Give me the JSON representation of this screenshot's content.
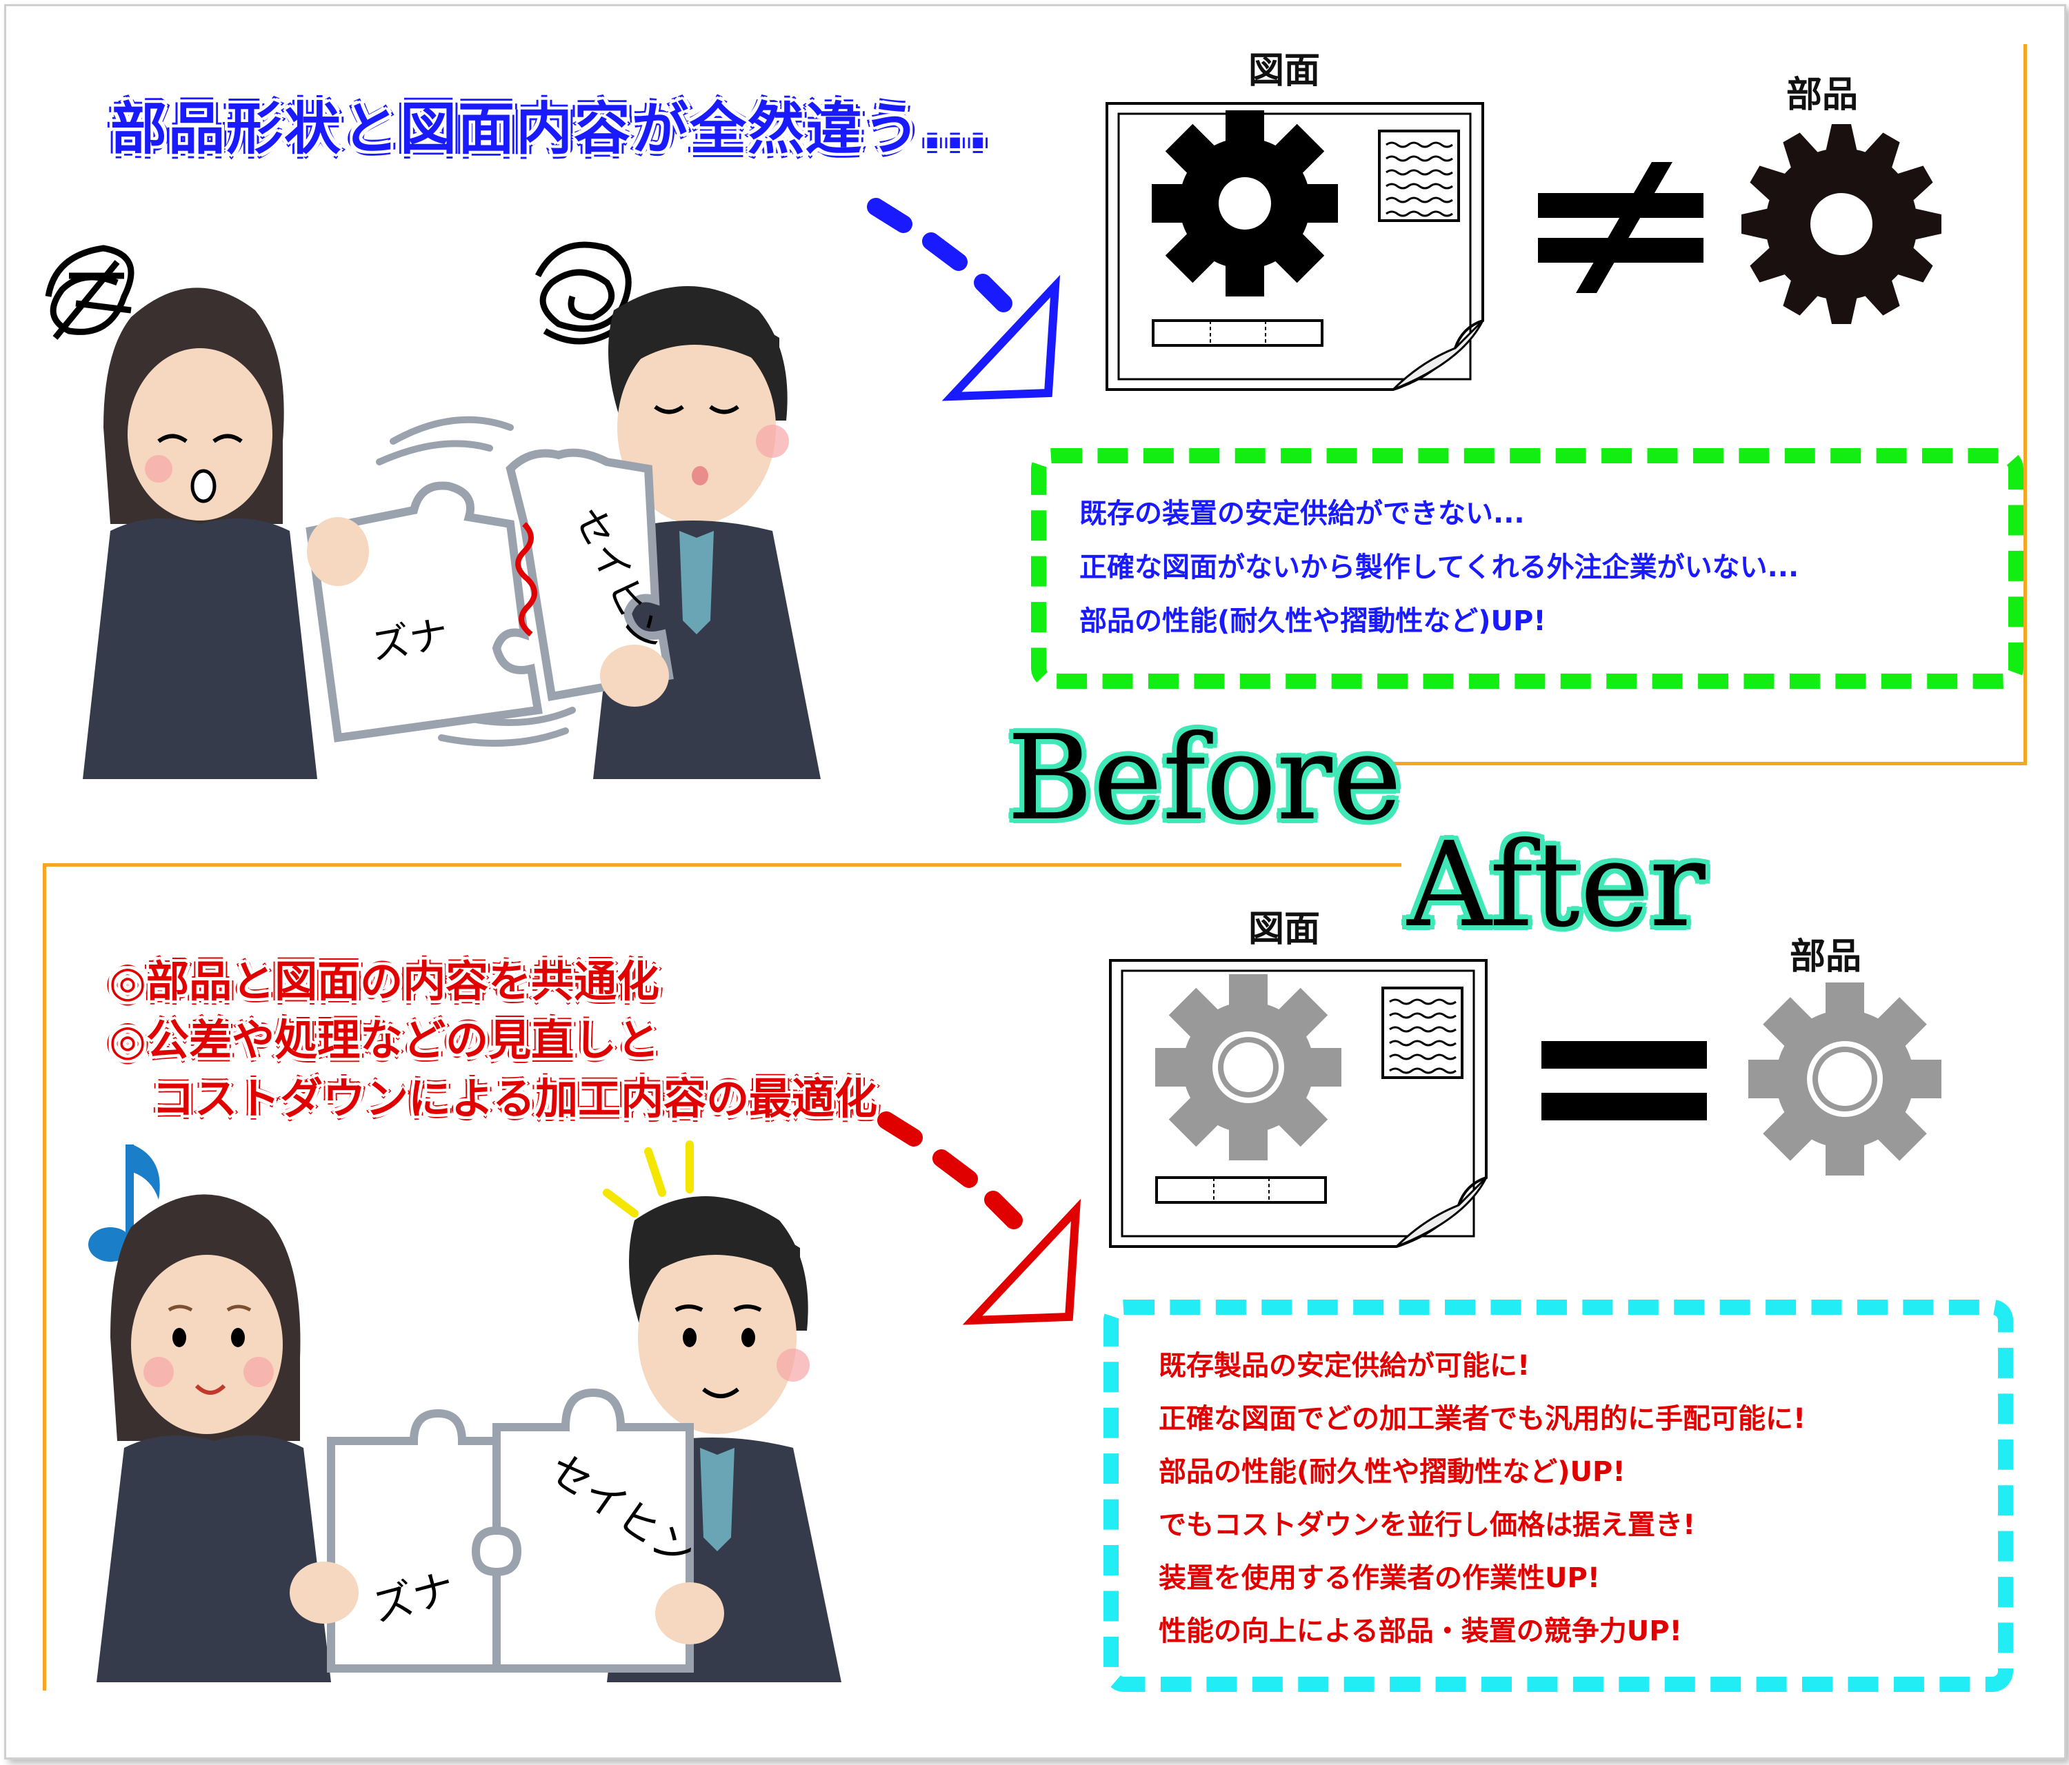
{
  "before": {
    "headline": "部品形状と図面内容が全然違う...",
    "drawing_label": "図面",
    "part_label": "部品",
    "relation": "≠",
    "issues": [
      "既存の装置の安定供給ができない...",
      "正確な図面がないから製作してくれる外注企業がいない...",
      "部品の性能(耐久性や摺動性など)UP!"
    ],
    "word": "Before",
    "puzzle_left": "ズナ",
    "puzzle_right": "セイヒン"
  },
  "after": {
    "headlines": [
      "◎部品と図面の内容を共通化",
      "◎公差や処理などの見直しと",
      "コストダウンによる加工内容の最適化"
    ],
    "drawing_label": "図面",
    "part_label": "部品",
    "relation": "=",
    "benefits": [
      "既存製品の安定供給が可能に!",
      "正確な図面でどの加工業者でも汎用的に手配可能に!",
      "部品の性能(耐久性や摺動性など)UP!",
      "でもコストダウンを並行し価格は据え置き!",
      "装置を使用する作業者の作業性UP!",
      "性能の向上による部品・装置の競争力UP!"
    ],
    "word": "After",
    "puzzle_left": "ズナ",
    "puzzle_right": "セイヒン"
  },
  "colors": {
    "before_accent": "#1a1aff",
    "after_accent": "#e00000",
    "before_box": "#12ee12",
    "after_box": "#22ecf4",
    "frame_line": "#f5a623",
    "word_glow": "#3fe8b6"
  },
  "icons": [
    "gear-icon",
    "document-icon",
    "musical-note-icon",
    "puzzle-icon"
  ]
}
